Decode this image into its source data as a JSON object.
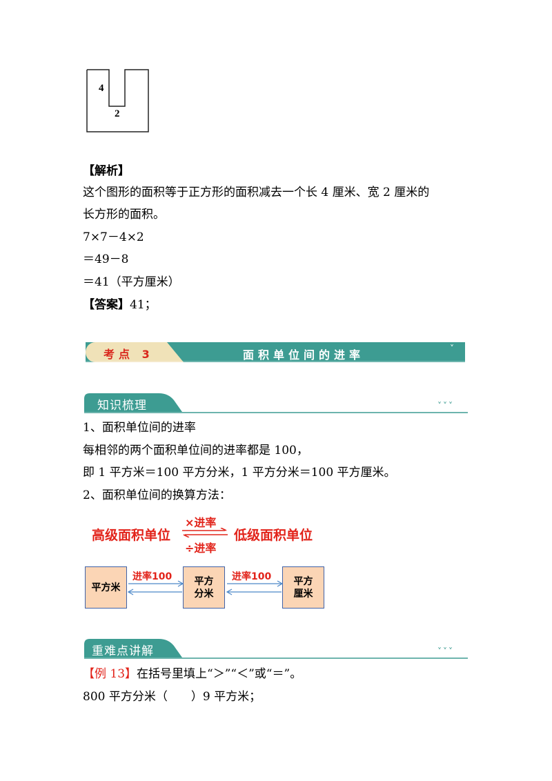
{
  "figure": {
    "label_height": "4",
    "label_width": "2"
  },
  "analysis": {
    "heading": "【解析】",
    "text1": "这个图形的面积等于正方形的面积减去一个长 4 厘米、宽 2 厘米的",
    "text2": "长方形的面积。",
    "calc1": "7×7－4×2",
    "calc2": "＝49－8",
    "calc3": "＝41（平方厘米）",
    "answer_heading": "【答案】",
    "answer_value": "41；"
  },
  "kaodian": {
    "label": "考点 3",
    "title": "面积单位间的进率",
    "chevron": "˅"
  },
  "knowledge": {
    "tab_title": "知识梳理",
    "chevrons": "˅˅˅",
    "item1": "1、面积单位间的进率",
    "item1_text1": "每相邻的两个面积单位间的进率都是 100，",
    "item1_text2": "即 1 平方米＝100 平方分米，1 平方分米＝100 平方厘米。",
    "item2": "2、面积单位间的换算方法："
  },
  "conversion": {
    "high": "高级面积单位",
    "low": "低级面积单位",
    "multiply": "×进率",
    "divide": "÷进率",
    "rate1": "进率100",
    "rate2": "进率100",
    "unit1": "平方米",
    "unit2_line1": "平方",
    "unit2_line2": "分米",
    "unit3_line1": "平方",
    "unit3_line2": "厘米"
  },
  "key_points": {
    "tab_title": "重难点讲解",
    "chevrons": "˅˅˅",
    "example_label": "【例 13】",
    "example_text": "在括号里填上“＞”“＜”或“＝”。",
    "question": "800 平方分米（　　）9 平方米；"
  },
  "colors": {
    "teal": "#3d9c92",
    "red": "#e2231a",
    "box_fill": "#fbd5b5",
    "box_border": "#3f62a8",
    "arrow": "#4a86c8",
    "banner_tan": "#f0e2b8"
  }
}
